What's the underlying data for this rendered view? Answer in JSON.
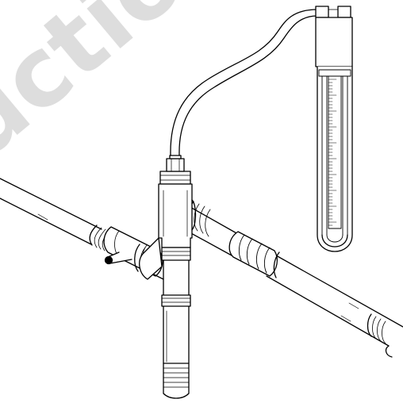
{
  "watermark": {
    "text": "uction",
    "color": "#000000"
  },
  "colors": {
    "stroke": "#000000",
    "fill": "#ffffff",
    "shade": "#e6e6e6"
  },
  "parts": {
    "water_pipe": "water-pipe",
    "tee_fitting": "tee-fitting",
    "valve": "ball-valve",
    "coupling": "hex-coupling",
    "tube": "flexible-tube",
    "gauge": "liquid-manometer"
  }
}
